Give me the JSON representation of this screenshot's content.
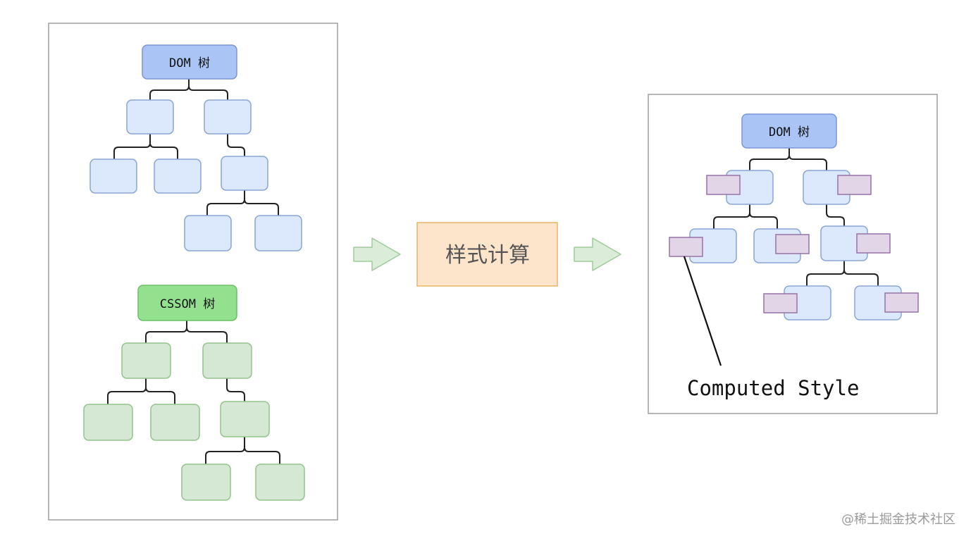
{
  "left_panel": {
    "dom_tree_label": "DOM 树",
    "cssom_tree_label": "CSSOM 树"
  },
  "process": {
    "label": "样式计算"
  },
  "right_panel": {
    "dom_tree_label": "DOM 树",
    "annotation": "Computed Style"
  },
  "watermark": "@稀土掘金技术社区",
  "colors": {
    "dom_root_fill": "#a9c4f5",
    "dom_root_stroke": "#7b97d6",
    "dom_node_fill": "#dce8fb",
    "dom_node_stroke": "#8aa6d6",
    "cssom_root_fill": "#93e08f",
    "cssom_root_stroke": "#6bbf66",
    "cssom_node_fill": "#d5e8d4",
    "cssom_node_stroke": "#92c48c",
    "process_fill": "#fde5cc",
    "process_stroke": "#e8b36a",
    "arrow_fill": "#dbecd9",
    "arrow_stroke": "#9fcb9a",
    "computed_style_fill": "#e1d5e7",
    "computed_style_stroke": "#9673a6"
  }
}
